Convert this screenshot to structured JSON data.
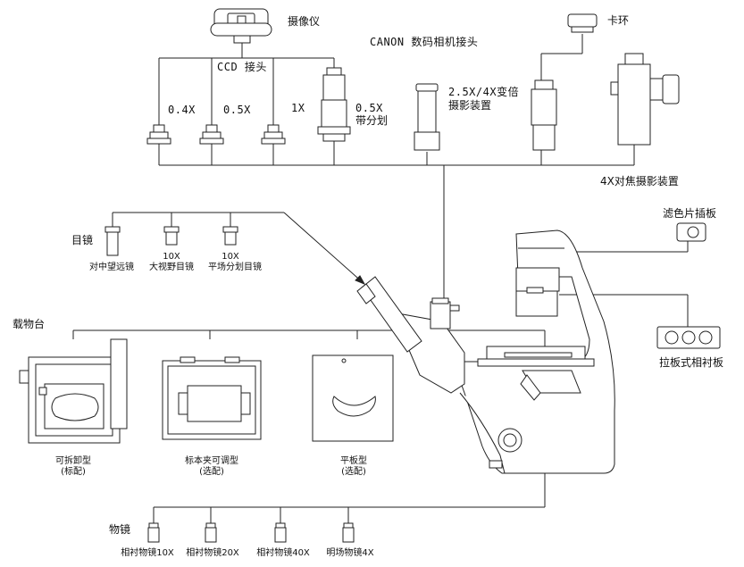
{
  "camera": {
    "label": "摄像仪"
  },
  "canon": {
    "label": "CANON 数码相机接头"
  },
  "ring": {
    "label": "卡环"
  },
  "ccd": {
    "title": "CCD 接头",
    "items": [
      {
        "label": "0.4X"
      },
      {
        "label": "0.5X"
      },
      {
        "label": "1X"
      },
      {
        "label1": "0.5X",
        "label2": "带分划"
      }
    ]
  },
  "zoom": {
    "line1": "2.5X/4X变倍",
    "line2": "摄影装置"
  },
  "focus": {
    "label": "4X对焦摄影装置"
  },
  "filter": {
    "label": "滤色片插板"
  },
  "contrast": {
    "label": "拉板式相衬板"
  },
  "eyepiece": {
    "title": "目镜",
    "items": [
      {
        "top": "",
        "name": "对中望远镜"
      },
      {
        "top": "10X",
        "name": "大视野目镜"
      },
      {
        "top": "10X",
        "name": "平场分划目镜"
      }
    ]
  },
  "stage": {
    "title": "载物台",
    "items": [
      {
        "line1": "可拆卸型",
        "line2": "(标配)"
      },
      {
        "line1": "标本夹可调型",
        "line2": "(选配)"
      },
      {
        "line1": "平板型",
        "line2": "(选配)"
      }
    ]
  },
  "objective": {
    "title": "物镜",
    "items": [
      {
        "label": "相衬物镜10X"
      },
      {
        "label": "相衬物镜20X"
      },
      {
        "label": "相衬物镜40X"
      },
      {
        "label": "明场物镜4X"
      }
    ]
  }
}
